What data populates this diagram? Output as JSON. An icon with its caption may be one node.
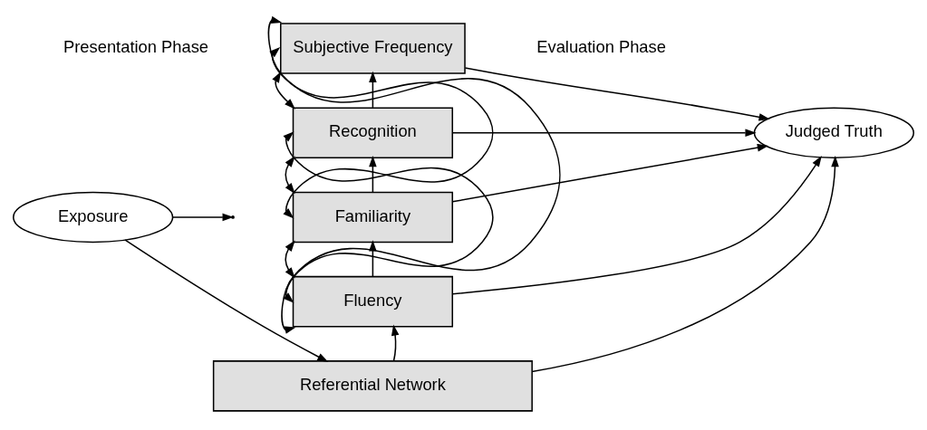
{
  "diagram": {
    "nodes": [
      {
        "text": [
          "Exposure"
        ]
      },
      {
        "text": [
          "Subjective Frequency"
        ]
      },
      {
        "text": [
          "Recognition"
        ]
      },
      {
        "text": [
          "Familiarity"
        ]
      },
      {
        "text": [
          "Fluency"
        ]
      },
      {
        "text": [
          "Judged Truth"
        ]
      },
      {
        "text": [
          "Referential Network"
        ]
      }
    ],
    "edges": [
      {
        "from": 0,
        "to": null,
        "arrow": "to"
      },
      {
        "from": 0,
        "to": 6,
        "arrow": "to"
      },
      {
        "from": 6,
        "to": 4,
        "arrow": "to"
      },
      {
        "from": 6,
        "to": 5,
        "arrow": "to"
      },
      {
        "from": 4,
        "to": 3,
        "arrow": "to"
      },
      {
        "from": 3,
        "to": 2,
        "arrow": "to"
      },
      {
        "from": 2,
        "to": 1,
        "arrow": "to"
      },
      {
        "from": 1,
        "to": 5,
        "arrow": "to"
      },
      {
        "from": 2,
        "to": 5,
        "arrow": "to"
      },
      {
        "from": 3,
        "to": 5,
        "arrow": "to"
      },
      {
        "from": 4,
        "to": 5,
        "arrow": "to"
      },
      {
        "from": 1,
        "to": 2,
        "arrow": "both"
      },
      {
        "from": 1,
        "to": 3,
        "arrow": "both"
      },
      {
        "from": 1,
        "to": 4,
        "arrow": "both"
      },
      {
        "from": 2,
        "to": 3,
        "arrow": "both"
      },
      {
        "from": 2,
        "to": 4,
        "arrow": "both"
      },
      {
        "from": 3,
        "to": 4,
        "arrow": "both"
      }
    ],
    "labels": [
      "Presentation Phase",
      "Evaluation Phase"
    ]
  }
}
